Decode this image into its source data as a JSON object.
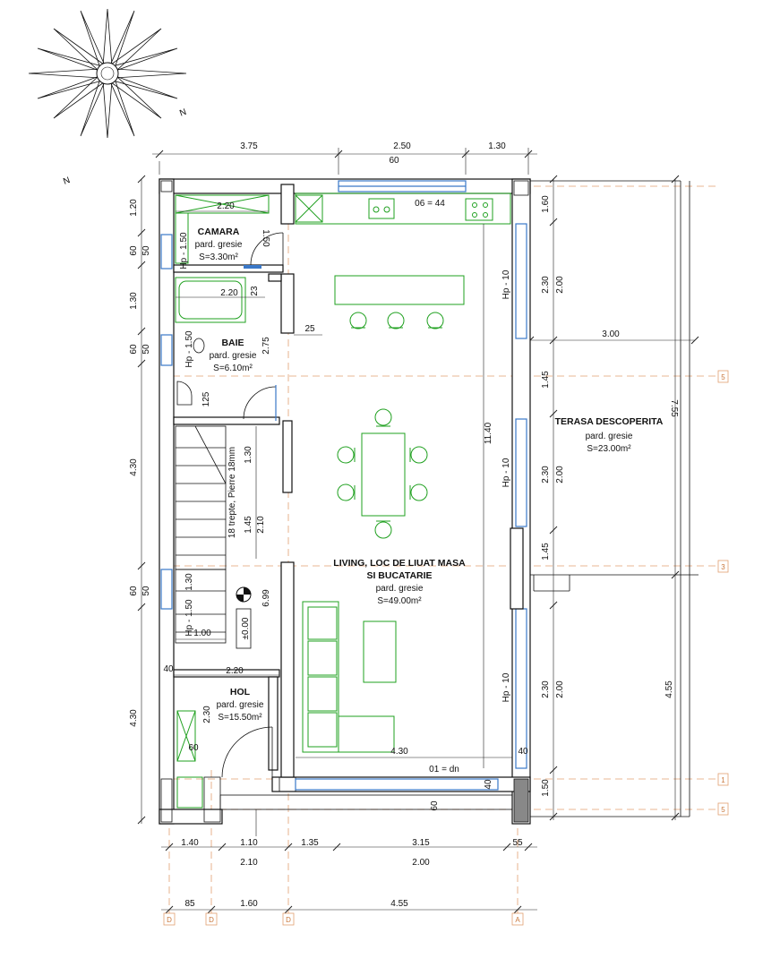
{
  "north": {
    "label": "N",
    "arrow": "N"
  },
  "dims": {
    "top": [
      "3.75",
      "2.50",
      "1.30",
      "60"
    ],
    "left": [
      "1.20",
      "60",
      "50",
      "1.30",
      "60",
      "50",
      "4.30",
      "60",
      "50",
      "4.30"
    ],
    "bottom_row1": [
      "1.40",
      "1.10",
      "1.35",
      "3.15",
      "55"
    ],
    "bottom_row2": [
      "2.10",
      "2.00"
    ],
    "bottom_row3": [
      "85",
      "1.60",
      "4.55"
    ],
    "right": [
      "1.60",
      "2.30",
      "2.00",
      "1.45",
      "2.30",
      "2.00",
      "1.45",
      "2.30",
      "2.00",
      "1.50"
    ],
    "far_right": [
      "7.55",
      "4.55"
    ],
    "terrace_width": "3.00",
    "inner": {
      "camara_w": "2.20",
      "camara_h": "1.50",
      "baie_w": "2.20",
      "baie_h": "2.75",
      "baie_23": "23",
      "door_25": "25",
      "stair_125": "125",
      "stair_130": "1.30",
      "stair_145": "1.45",
      "stair_210": "2.10",
      "stair_130b": "1.30",
      "stair_100": "1.00",
      "hol_40": "40",
      "hol_220": "2.20",
      "hol_230": "2.30",
      "hol_60": "60",
      "liv_1140": "11.40",
      "liv_430": "4.30",
      "liv_40a": "40",
      "liv_40b": "40",
      "liv_60": "60",
      "level_699": "6.99",
      "stair_note": "18 trepte, Pierre 18mm"
    },
    "window_codes": [
      "Hp - 10",
      "Hp - 10",
      "Hp - 10",
      "Hp - 1.50",
      "Hp - 1.50",
      "Hp - 1.50"
    ],
    "counter_code": "06 = 44",
    "door_code": "01 = dn"
  },
  "rooms": {
    "camara": {
      "name": "CAMARA",
      "floor": "pard. gresie",
      "area": "S=3.30m²"
    },
    "baie": {
      "name": "BAIE",
      "floor": "pard. gresie",
      "area": "S=6.10m²"
    },
    "hol": {
      "name": "HOL",
      "floor": "pard. gresie",
      "area": "S=15.50m²"
    },
    "living": {
      "name_line1": "LIVING, LOC DE LIUAT MASA",
      "name_line2": "SI BUCATARIE",
      "floor": "pard. gresie",
      "area": "S=49.00m²"
    },
    "terasa": {
      "name": "TERASA DESCOPERITA",
      "floor": "pard. gresie",
      "area": "S=23.00m²"
    }
  },
  "level": "±0.00",
  "axes": {
    "right": [
      "5",
      "3",
      "1",
      "5"
    ],
    "bottom": [
      "D",
      "D",
      "D",
      "A"
    ]
  }
}
